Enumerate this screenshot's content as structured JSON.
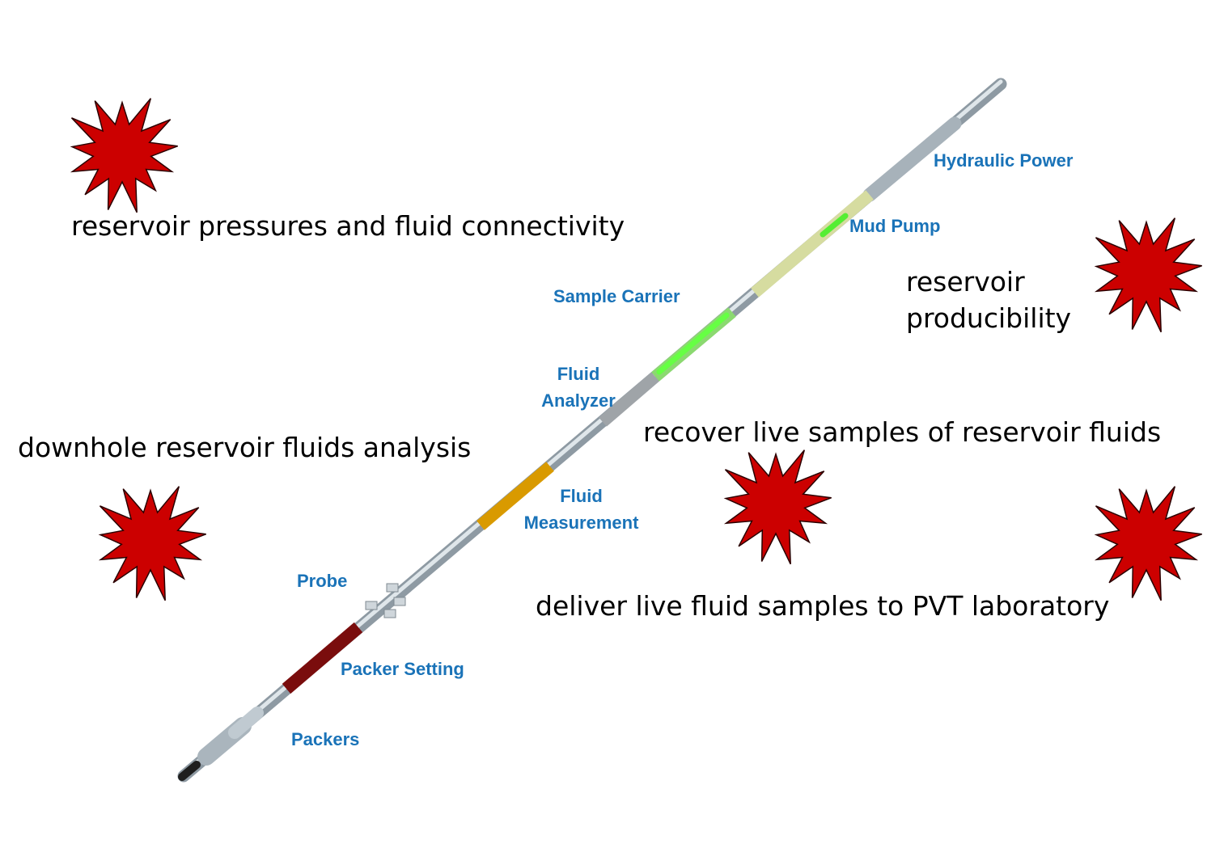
{
  "callouts": {
    "pressures": "reservoir pressures and fluid connectivity",
    "producibility_line1": "reservoir",
    "producibility_line2": "producibility",
    "fluids_analysis": "downhole reservoir fluids analysis",
    "recover_samples": "recover live samples of reservoir fluids",
    "deliver_samples": "deliver live fluid samples to PVT laboratory"
  },
  "tool_sections": {
    "hydraulic_power": "Hydraulic Power",
    "mud_pump": "Mud Pump",
    "sample_carrier": "Sample Carrier",
    "fluid_analyzer_line1": "Fluid",
    "fluid_analyzer_line2": "Analyzer",
    "fluid_measurement_line1": "Fluid",
    "fluid_measurement_line2": "Measurement",
    "probe": "Probe",
    "packer_setting": "Packer Setting",
    "packers": "Packers"
  },
  "colors": {
    "label_blue": "#1a73b8",
    "burst_red": "#cc0000",
    "tool_body": "#b7c3cb",
    "mud_pump_band": "#d6dca0",
    "sample_carrier_band": "#66ff44",
    "fluid_measurement_band": "#d99a00",
    "packer_setting_band": "#7a0d0d"
  }
}
